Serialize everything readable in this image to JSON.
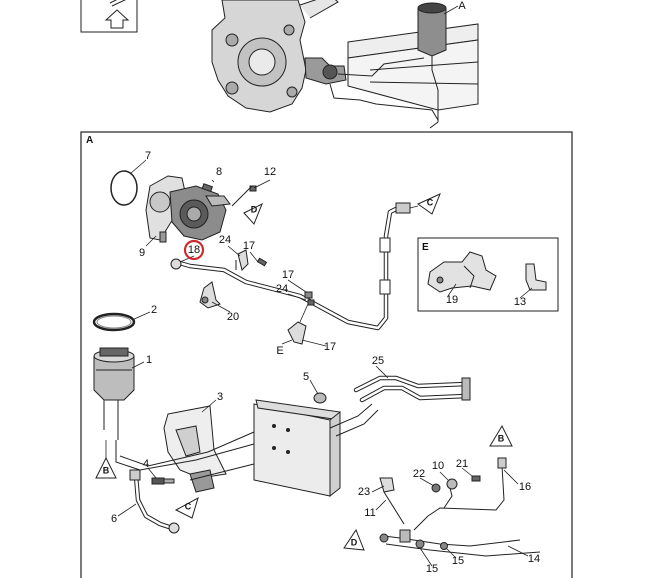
{
  "detail_labels": {
    "main": "A",
    "inset": "E"
  },
  "view_triangles": {
    "a": "A",
    "b": "B",
    "c": "C",
    "d": "D"
  },
  "callouts": {
    "c1": "1",
    "c2": "2",
    "c3": "3",
    "c4": "4",
    "c5": "5",
    "c6": "6",
    "c7": "7",
    "c8": "8",
    "c9": "9",
    "c10": "10",
    "c11": "11",
    "c12": "12",
    "c13": "13",
    "c14": "14",
    "c15": "15",
    "c16": "16",
    "c17": "17",
    "c18": "18",
    "c19": "19",
    "c20": "20",
    "c21": "21",
    "c22": "22",
    "c23": "23",
    "c24": "24",
    "c25": "25"
  },
  "location_markers": {
    "e": "E"
  },
  "highlight_color": "#cc2b2b",
  "icons": {
    "front": "arrow-up-icon"
  }
}
